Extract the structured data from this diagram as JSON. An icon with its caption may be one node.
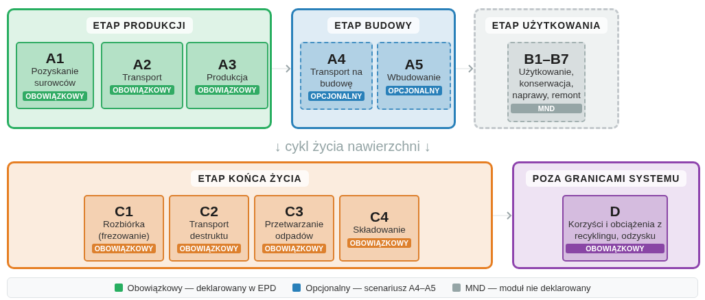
{
  "diagram": {
    "nodes": [
      {
        "text": [
          "ETAP PRODUKCJI"
        ]
      },
      {
        "text": [
          "A1",
          "Pozyskanie surowców",
          "OBOWIĄZKOWY"
        ],
        "in": 0
      },
      {
        "text": [
          "A2",
          "Transport",
          "OBOWIĄZKOWY"
        ],
        "in": 0
      },
      {
        "text": [
          "A3",
          "Produkcja",
          "OBOWIĄZKOWY"
        ],
        "in": 0
      },
      {
        "text": [
          "ETAP BUDOWY"
        ]
      },
      {
        "text": [
          "A4",
          "Transport na budowę",
          "OPCJONALNY"
        ],
        "in": 4
      },
      {
        "text": [
          "A5",
          "Wbudowanie",
          "OPCJONALNY"
        ],
        "in": 4
      },
      {
        "text": [
          "ETAP UŻYTKOWANIA"
        ]
      },
      {
        "text": [
          "B1–B7",
          "Użytkowanie, konserwacja, naprawy, remont",
          "MND"
        ],
        "in": 7
      },
      {
        "text": [
          "ETAP KOŃCA ŻYCIA"
        ]
      },
      {
        "text": [
          "C1",
          "Rozbiórka (frezowanie)",
          "OBOWIĄZKOWY"
        ],
        "in": 9
      },
      {
        "text": [
          "C2",
          "Transport destruktu",
          "OBOWIĄZKOWY"
        ],
        "in": 9
      },
      {
        "text": [
          "C3",
          "Przetwarzanie odpadów",
          "OBOWIĄZKOWY"
        ],
        "in": 9
      },
      {
        "text": [
          "C4",
          "Składowanie",
          "OBOWIĄZKOWY"
        ],
        "in": 9
      },
      {
        "text": [
          "POZA GRANICAMI SYSTEMU"
        ]
      },
      {
        "text": [
          "D",
          "Korzyści i obciążenia z recyklingu, odzysku",
          "OBOWIĄZKOWY"
        ],
        "in": 14
      }
    ],
    "edges": [
      {
        "from": 0,
        "to": 4,
        "arrow": "to"
      },
      {
        "from": 4,
        "to": 7,
        "arrow": "to"
      },
      {
        "from": 9,
        "to": 14,
        "arrow": "to"
      }
    ],
    "labels": [
      "↓ cykl życia nawierzchni ↓"
    ],
    "legend": [
      {
        "text": "Obowiązkowy — deklarowany w EPD",
        "color": "#27ae60"
      },
      {
        "text": "Opcjonalny — scenariusz A4–A5",
        "color": "#2980b9"
      },
      {
        "text": "MND — moduł nie deklarowany",
        "color": "#95a5a6"
      }
    ]
  }
}
